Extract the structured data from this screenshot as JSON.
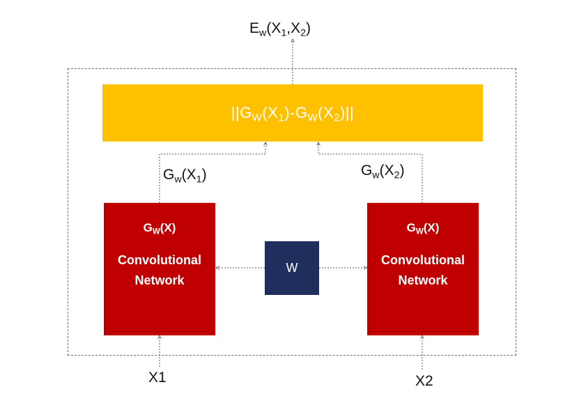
{
  "colors": {
    "distance_block": "#ffc000",
    "network_block": "#c00000",
    "weights_block": "#1f2e5c",
    "boundary": "#5b6f8f",
    "connector": "#555555"
  },
  "output": {
    "name": "E",
    "sub": "w",
    "open": "(X",
    "arg1": "1",
    "comma": ",X",
    "arg2": "2",
    "close": ")"
  },
  "distance": {
    "open": "||G",
    "sub_a": "W",
    "mid_a": "(X",
    "idx_a": "1",
    "minus": ")-G",
    "sub_b": "W",
    "mid_b": "(X",
    "idx_b": "2",
    "close": ")||"
  },
  "features": {
    "left": {
      "name": "G",
      "sub": "w",
      "open": "(X",
      "idx": "1",
      "close": ")"
    },
    "right": {
      "name": "G",
      "sub": "w",
      "open": "(X",
      "idx": "2",
      "close": ")"
    }
  },
  "networks": {
    "left": {
      "fn_name": "G",
      "fn_sub": "W",
      "fn_arg": "(X)",
      "kind_line1": "Convolutional",
      "kind_line2": "Network"
    },
    "right": {
      "fn_name": "G",
      "fn_sub": "W",
      "fn_arg": "(X)",
      "kind_line1": "Convolutional",
      "kind_line2": "Network"
    }
  },
  "weights": {
    "label": "W"
  },
  "inputs": {
    "left": "X1",
    "right": "X2"
  }
}
